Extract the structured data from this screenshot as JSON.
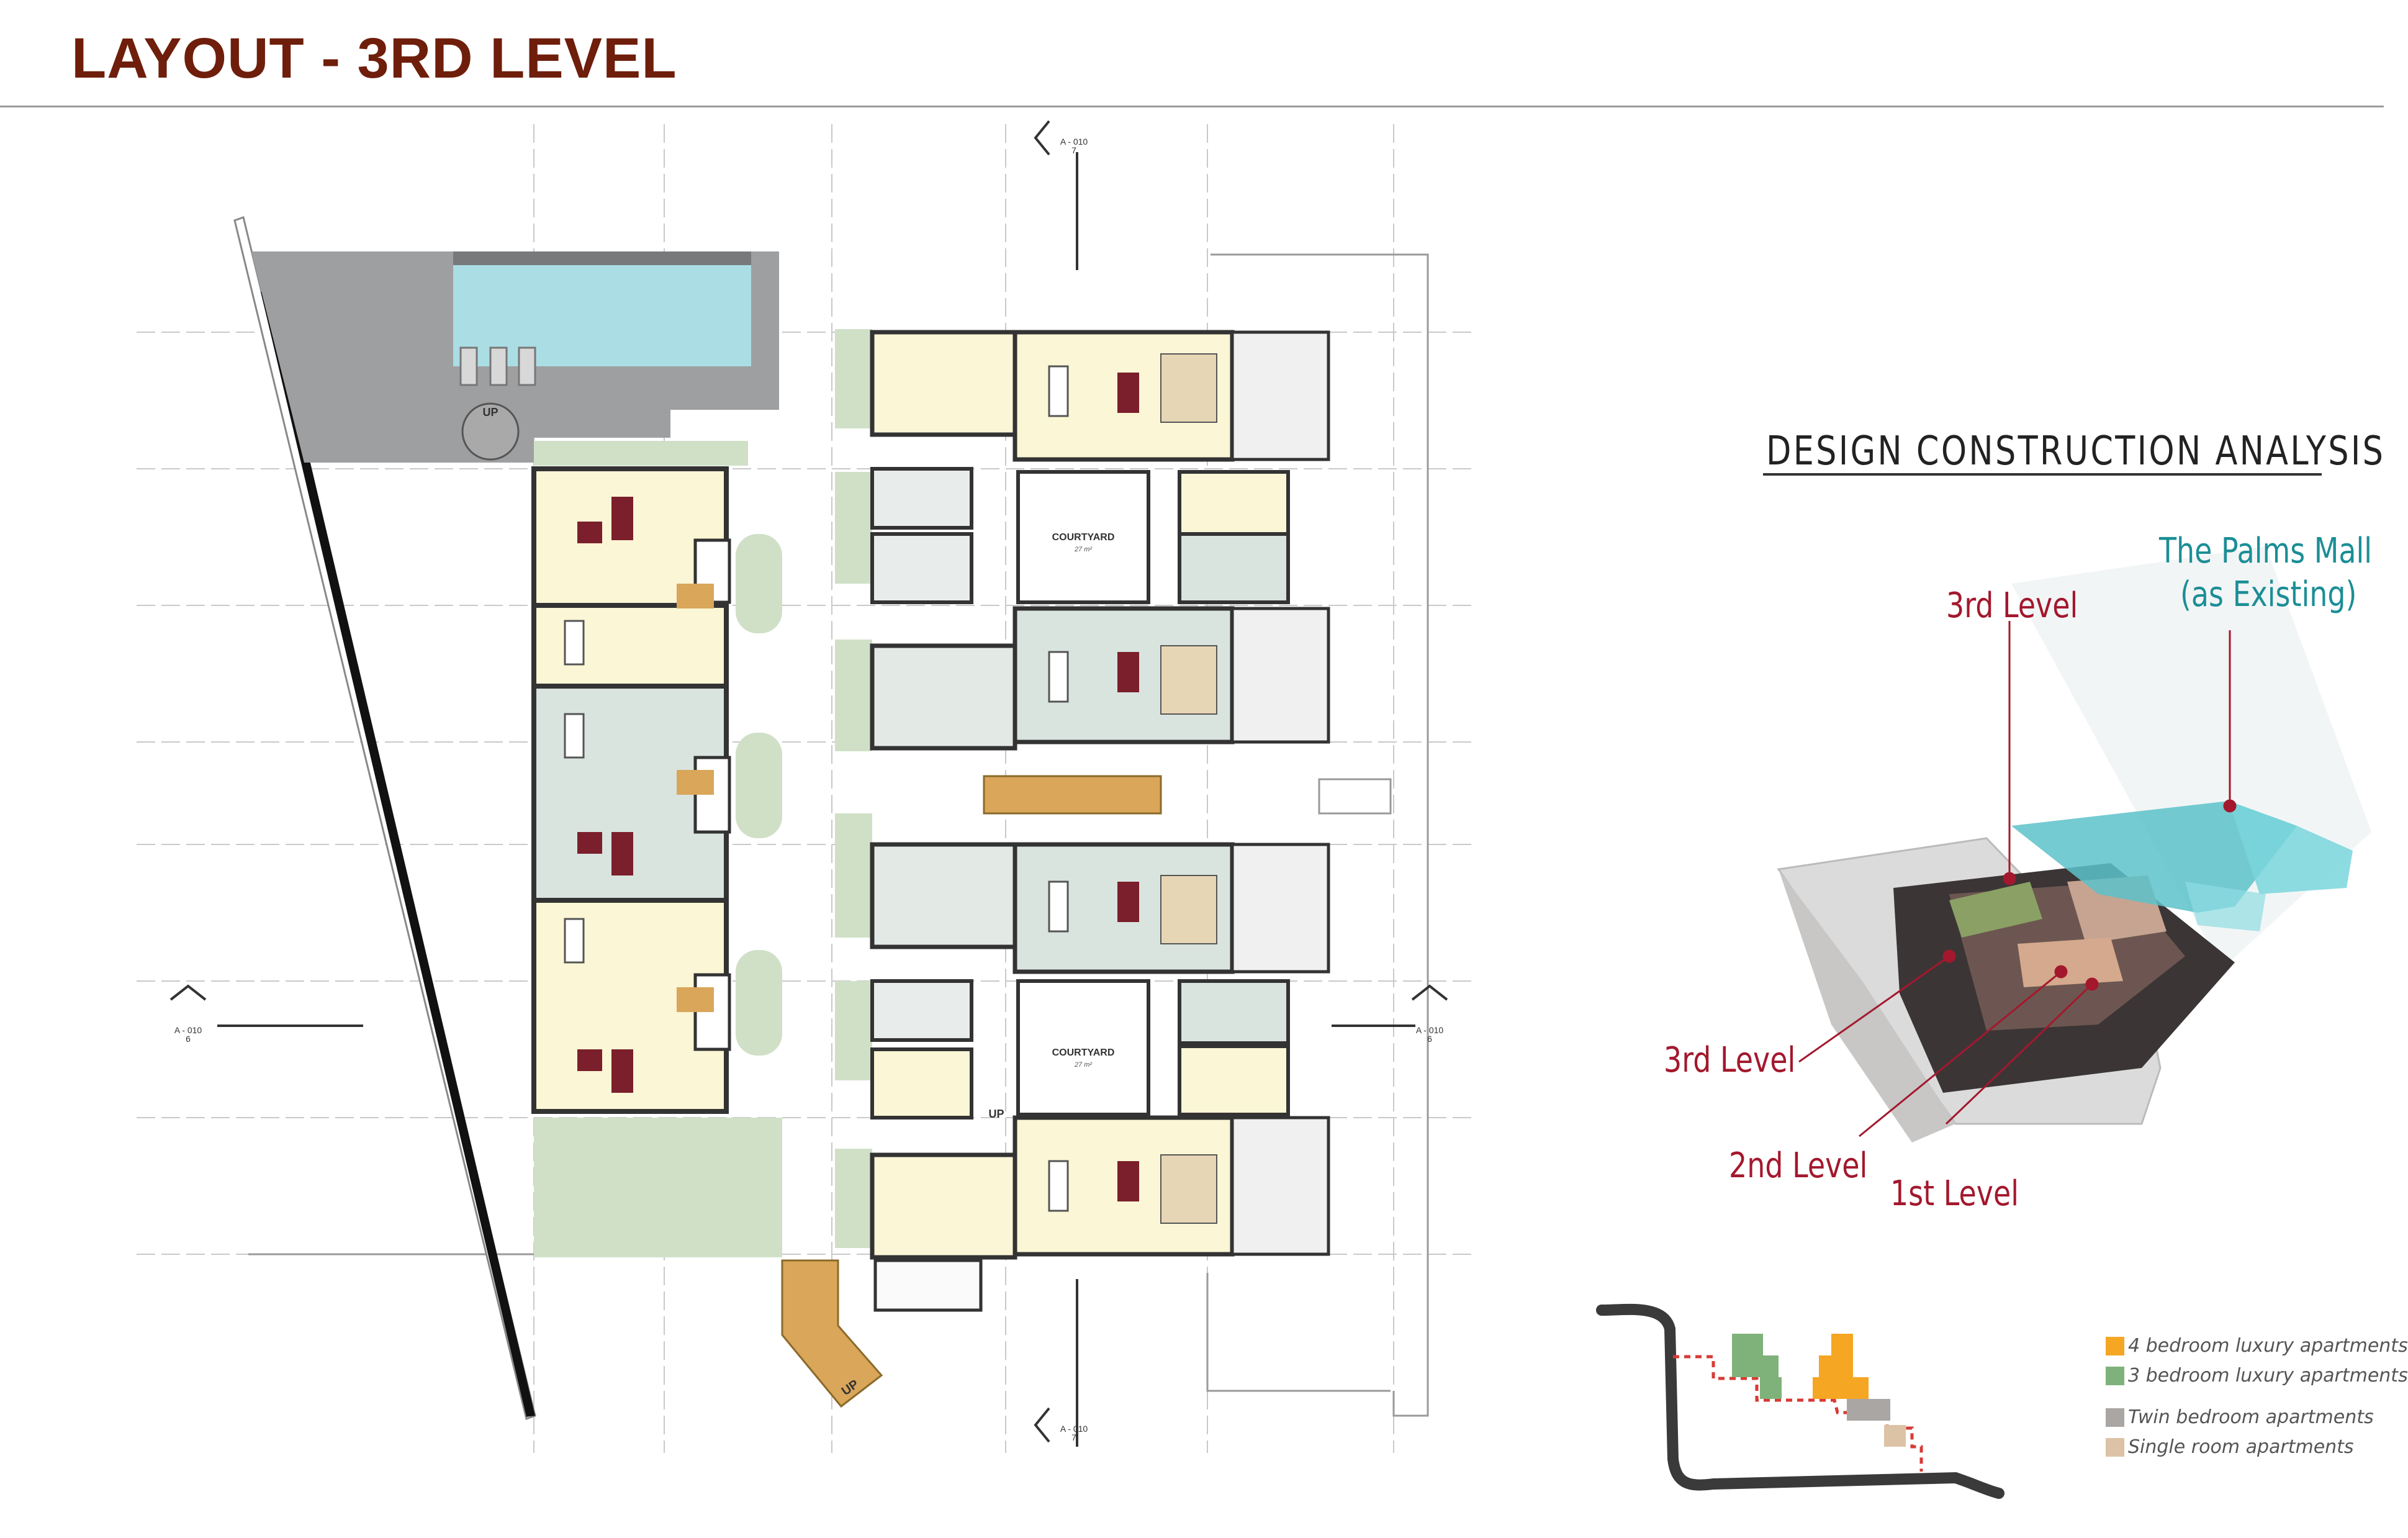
{
  "header": {
    "title": "LAYOUT - 3RD LEVEL"
  },
  "plan": {
    "courtyard_label": "COURTYARD",
    "courtyard_area": "27 m²",
    "up_label": "UP",
    "section_markers": [
      {
        "ref": "A - 010",
        "num": "7"
      },
      {
        "ref": "A - 010",
        "num": "7"
      },
      {
        "ref": "A - 010",
        "num": "6"
      },
      {
        "ref": "A - 010",
        "num": "6"
      }
    ]
  },
  "analysis": {
    "title": "DESIGN  CONSTRUCTION  ANALYSIS",
    "labels": {
      "mall_line1": "The Palms Mall",
      "mall_line2": "(as Existing)",
      "level3_top": "3rd Level",
      "level3": "3rd Level",
      "level2": "2nd Level",
      "level1": "1st Level"
    },
    "colors": {
      "label_red": "#a3182d",
      "mall_teal": "#1b8e96"
    }
  },
  "legend": {
    "items": [
      {
        "label": "4 bedroom luxury apartments",
        "color": "#f5a623"
      },
      {
        "label": "3 bedroom luxury apartments",
        "color": "#7fb27a"
      },
      {
        "label": "Twin bedroom apartments",
        "color": "#a9a6a4"
      },
      {
        "label": "Single room  apartments",
        "color": "#dcc3a5"
      }
    ]
  }
}
